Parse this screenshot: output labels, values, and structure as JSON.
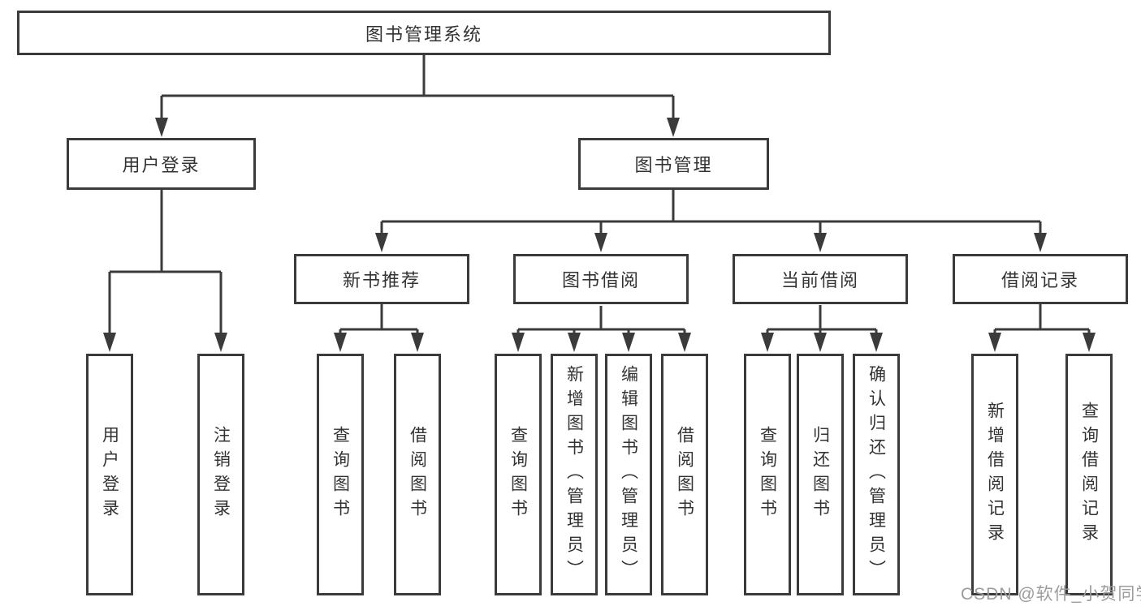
{
  "colors": {
    "line": "#3b3b3b",
    "box_border": "#3b3b3b",
    "box_fill": "#ffffff",
    "text": "#333333",
    "watermark_text": "#9c9c9c",
    "background": "#ffffff"
  },
  "root": {
    "label": "图书管理系统"
  },
  "level1": {
    "user_login": "用户登录",
    "book_management": "图书管理"
  },
  "level2": {
    "new_book_recommend": "新书推荐",
    "book_borrowing": "图书借阅",
    "current_borrowing": "当前借阅",
    "borrowing_records": "借阅记录"
  },
  "leaves": {
    "user_login": "用户登录",
    "logout": "注销登录",
    "rec_query_books": "查询图书",
    "rec_borrow_books": "借阅图书",
    "bor_query_books": "查询图书",
    "bor_add_books": "新增图书（管理员）",
    "bor_edit_books": "编辑图书（管理员）",
    "bor_borrow_books": "借阅图书",
    "cur_query_books": "查询图书",
    "cur_return_books": "归还图书",
    "cur_confirm_return": "确认归还（管理员）",
    "log_add_record": "新增借阅记录",
    "log_query_record": "查询借阅记录"
  },
  "tree": {
    "图书管理系统": {
      "用户登录": [
        "用户登录",
        "注销登录"
      ],
      "图书管理": {
        "新书推荐": [
          "查询图书",
          "借阅图书"
        ],
        "图书借阅": [
          "查询图书",
          "新增图书（管理员）",
          "编辑图书（管理员）",
          "借阅图书"
        ],
        "当前借阅": [
          "查询图书",
          "归还图书",
          "确认归还（管理员）"
        ],
        "借阅记录": [
          "新增借阅记录",
          "查询借阅记录"
        ]
      }
    }
  },
  "watermark": "CSDN @软件_小贺同学"
}
